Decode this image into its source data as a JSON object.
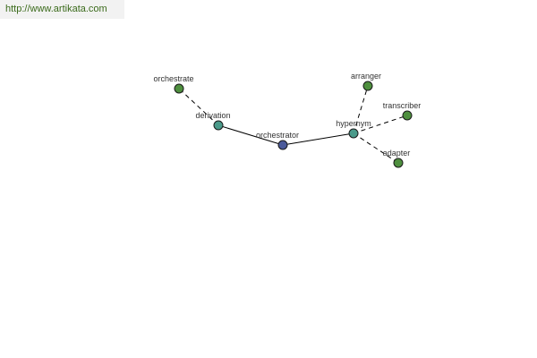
{
  "header": {
    "url": "http://www.artikata.com"
  },
  "graph": {
    "nodes": [
      {
        "id": "orchestrator",
        "label": "orchestrator",
        "color": "#4b5a9a"
      },
      {
        "id": "derivation",
        "label": "derivation",
        "color": "#4a9a8a"
      },
      {
        "id": "orchestrate",
        "label": "orchestrate",
        "color": "#4e8f3e"
      },
      {
        "id": "hypernym",
        "label": "hypernym",
        "color": "#4a9a8a"
      },
      {
        "id": "arranger",
        "label": "arranger",
        "color": "#4e8f3e"
      },
      {
        "id": "transcriber",
        "label": "transcriber",
        "color": "#4e8f3e"
      },
      {
        "id": "adapter",
        "label": "adapter",
        "color": "#4e8f3e"
      }
    ],
    "edges": [
      {
        "from": "orchestrator",
        "to": "derivation",
        "style": "solid"
      },
      {
        "from": "orchestrator",
        "to": "hypernym",
        "style": "solid"
      },
      {
        "from": "derivation",
        "to": "orchestrate",
        "style": "dashed"
      },
      {
        "from": "hypernym",
        "to": "arranger",
        "style": "dashed"
      },
      {
        "from": "hypernym",
        "to": "transcriber",
        "style": "dashed"
      },
      {
        "from": "hypernym",
        "to": "adapter",
        "style": "dashed"
      }
    ]
  }
}
